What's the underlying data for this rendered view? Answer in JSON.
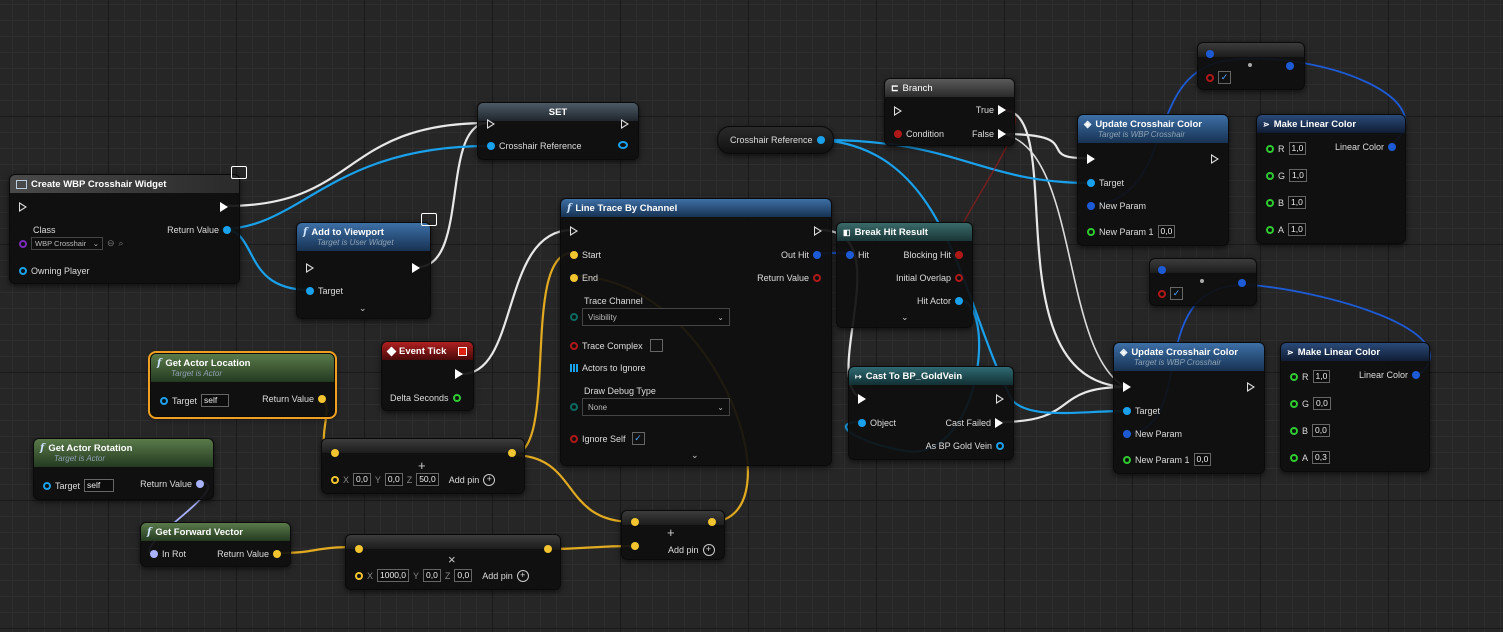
{
  "colors": {
    "exec": "#ffffff",
    "object": "#1aa1ec",
    "vector": "#f2c430",
    "bool": "#b01818",
    "float": "#2ecc30",
    "rotator": "#a8b2ff",
    "struct": "#1d5bd6",
    "wire_vector": "#e2aa20",
    "selection": "#f0a020"
  },
  "icons": {
    "function": "function-f-icon",
    "event": "event-diamond-icon",
    "branch": "branch-icon",
    "cast": "cast-arrow-icon",
    "macro": "macro-icon",
    "widget": "widget-icon",
    "monitor": "monitor-icon"
  },
  "create_widget": {
    "title": "Create WBP Crosshair Widget",
    "class_label": "Class",
    "class_value": "WBP Crosshair",
    "return_value": "Return Value",
    "owning_player": "Owning Player"
  },
  "set_node": {
    "title": "SET",
    "crosshair_ref": "Crosshair Reference"
  },
  "add_viewport": {
    "title": "Add to Viewport",
    "subtitle": "Target is User Widget",
    "target": "Target"
  },
  "get_actor_location": {
    "title": "Get Actor Location",
    "subtitle": "Target is Actor",
    "target": "Target",
    "self": "self",
    "return_value": "Return Value"
  },
  "get_actor_rotation": {
    "title": "Get Actor Rotation",
    "subtitle": "Target is Actor",
    "target": "Target",
    "self": "self",
    "return_value": "Return Value"
  },
  "get_forward_vector": {
    "title": "Get Forward Vector",
    "in_rot": "In Rot",
    "return_value": "Return Value"
  },
  "event_tick": {
    "title": "Event Tick",
    "delta_seconds": "Delta Seconds"
  },
  "add_vec1": {
    "x_label": "X",
    "x": "0,0",
    "y_label": "Y",
    "y": "0,0",
    "z_label": "Z",
    "z": "50,0",
    "add_pin": "Add pin"
  },
  "mul_vec": {
    "x_label": "X",
    "x": "1000,0",
    "y_label": "Y",
    "y": "0,0",
    "z_label": "Z",
    "z": "0,0",
    "add_pin": "Add pin"
  },
  "add_vec2": {
    "add_pin": "Add pin"
  },
  "line_trace": {
    "title": "Line Trace By Channel",
    "start": "Start",
    "end": "End",
    "trace_channel": "Trace Channel",
    "trace_channel_value": "Visibility",
    "trace_complex": "Trace Complex",
    "actors_to_ignore": "Actors to Ignore",
    "draw_debug_type": "Draw Debug Type",
    "draw_debug_value": "None",
    "ignore_self": "Ignore Self",
    "out_hit": "Out Hit",
    "return_value": "Return Value"
  },
  "crosshair_ref_getter": {
    "label": "Crosshair Reference"
  },
  "branch": {
    "title": "Branch",
    "condition": "Condition",
    "true_label": "True",
    "false_label": "False"
  },
  "break_hit": {
    "title": "Break Hit Result",
    "hit": "Hit",
    "blocking_hit": "Blocking Hit",
    "initial_overlap": "Initial Overlap",
    "hit_actor": "Hit Actor"
  },
  "cast": {
    "title": "Cast To BP_GoldVein",
    "object": "Object",
    "cast_failed": "Cast Failed",
    "as_bp": "As BP Gold Vein"
  },
  "update1": {
    "title": "Update Crosshair Color",
    "subtitle": "Target is WBP Crosshair",
    "target": "Target",
    "new_param": "New Param",
    "new_param1": "New Param 1",
    "new_param1_value": "0,0"
  },
  "update2": {
    "title": "Update Crosshair Color",
    "subtitle": "Target is WBP Crosshair",
    "target": "Target",
    "new_param": "New Param",
    "new_param1": "New Param 1",
    "new_param1_value": "0,0"
  },
  "make_color1": {
    "title": "Make Linear Color",
    "r": "R",
    "r_val": "1,0",
    "g": "G",
    "g_val": "1,0",
    "b": "B",
    "b_val": "1,0",
    "a": "A",
    "a_val": "1,0",
    "linear_color": "Linear Color"
  },
  "make_color2": {
    "title": "Make Linear Color",
    "r": "R",
    "r_val": "1,0",
    "g": "G",
    "g_val": "0,0",
    "b": "B",
    "b_val": "0,0",
    "a": "A",
    "a_val": "0,3",
    "linear_color": "Linear Color"
  }
}
